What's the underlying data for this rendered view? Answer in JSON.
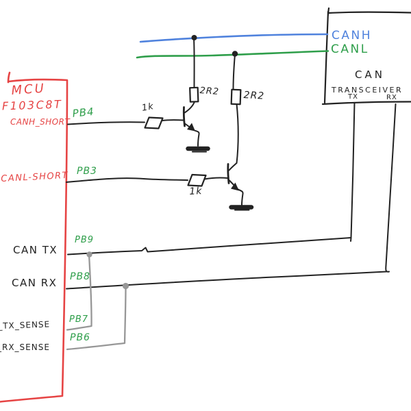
{
  "colors": {
    "red": "#e64444",
    "green": "#2e9e4a",
    "blue": "#4f82dd",
    "black": "#222222",
    "gray": "#979797",
    "white": "#ffffff"
  },
  "mcu": {
    "title": "MCU",
    "part_number": "2F103C8T",
    "pins": [
      {
        "pin": "PB4",
        "signal": "CANH_SHORT"
      },
      {
        "pin": "PB3",
        "signal": "CANL-SHORT"
      },
      {
        "pin": "PB9",
        "signal": "CAN TX"
      },
      {
        "pin": "PB8",
        "signal": "CAN RX"
      },
      {
        "pin": "PB7",
        "signal": "_TX_SENSE"
      },
      {
        "pin": "PB6",
        "signal": "_RX_SENSE"
      }
    ]
  },
  "transceiver": {
    "name_line1": "CAN",
    "name_line2": "TRANSCEIVER",
    "bus_pins": [
      {
        "label": "CANH"
      },
      {
        "label": "CANL"
      }
    ],
    "logic_pins": [
      {
        "label": "TX"
      },
      {
        "label": "RX"
      }
    ]
  },
  "resistors": [
    {
      "label": "2R2"
    },
    {
      "label": "2R2"
    },
    {
      "label": "1k"
    },
    {
      "label": "1k"
    }
  ]
}
